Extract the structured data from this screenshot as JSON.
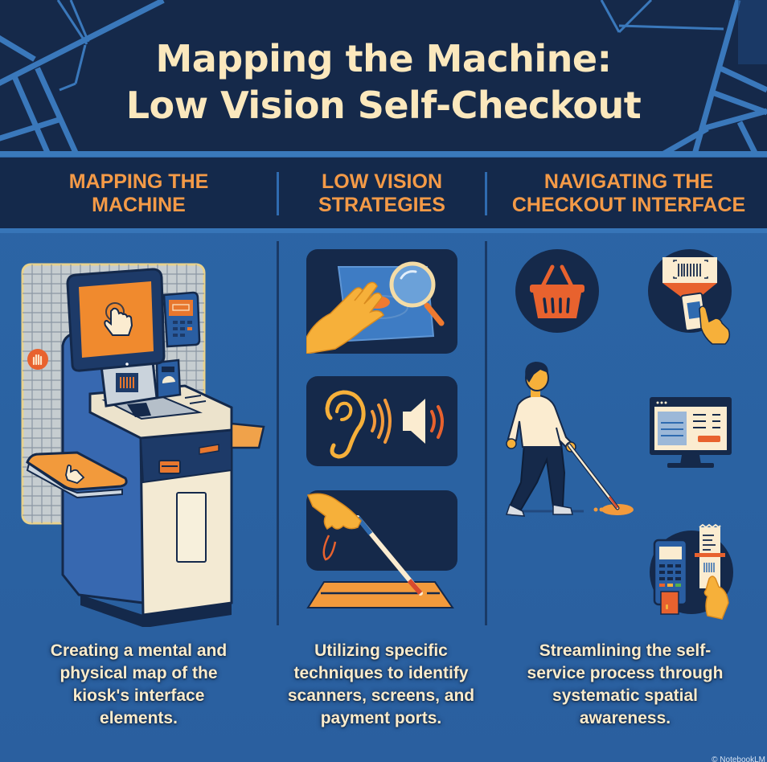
{
  "title": {
    "line1": "Mapping the Machine:",
    "line2": "Low Vision Self-Checkout"
  },
  "columns": [
    {
      "heading_line1": "MAPPING THE",
      "heading_line2": "MACHINE",
      "description": "Creating a mental and physical map of the kiosk's interface elements.",
      "illustrations": [
        "self-checkout-kiosk",
        "grid-map-panel",
        "touch-hand-icon",
        "stop-hand-icon",
        "barcode-scanner",
        "card-reader",
        "payment-pad"
      ]
    },
    {
      "heading_line1": "LOW VISION",
      "heading_line2": "STRATEGIES",
      "description": "Utilizing specific techniques to identify scanners, screens, and payment ports.",
      "illustrations": [
        "hand-touch-magnifier",
        "ear-sound-speaker",
        "hand-white-cane-tactile-strip"
      ]
    },
    {
      "heading_line1": "NAVIGATING THE",
      "heading_line2": "CHECKOUT INTERFACE",
      "description": "Streamlining the self-service process through systematic spatial awareness.",
      "illustrations": [
        "shopping-basket",
        "barcode-scan-hand",
        "person-with-white-cane",
        "checkout-monitor",
        "payment-terminal-receipt"
      ]
    }
  ],
  "watermark": "© NotebookLM",
  "colors": {
    "background": "#2b64a4",
    "header_dark": "#15294a",
    "title_cream": "#fbe8bd",
    "heading_orange": "#f49a47",
    "accent_orange": "#f07a30",
    "accent_yellow": "#f6b03a",
    "description_text": "#fbeccc"
  }
}
